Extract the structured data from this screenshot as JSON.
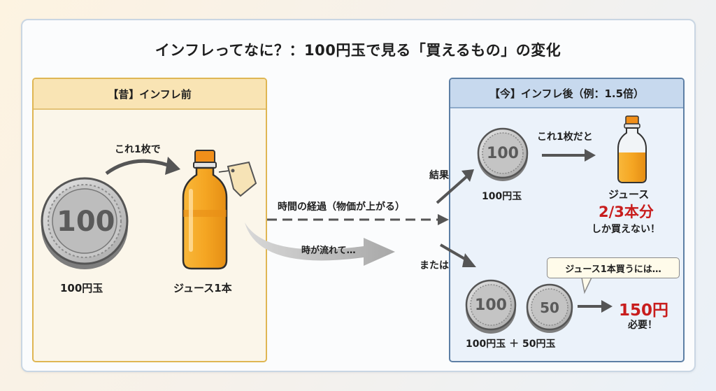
{
  "title": "インフレってなに？：100円玉で見る「買えるもの」の変化",
  "before": {
    "header": "【昔】インフレ前",
    "arrow_label": "これ1枚で",
    "coin_label": "100円玉",
    "coin_face": "100",
    "item_label": "ジュース1本"
  },
  "middle": {
    "time_label": "時間の経過（物価が上がる）",
    "flow_label": "時が流れて…"
  },
  "branch": {
    "result_label": "結果",
    "or_label": "または"
  },
  "after": {
    "header": "【今】インフレ後（例：1.5倍）",
    "coin_label": "100円玉",
    "coin_face": "100",
    "arrow_label": "これ1枚だと",
    "item_label": "ジュース",
    "amount": "2/3本分",
    "cannot_buy": "しか買えない！",
    "bubble": "ジュース1本買うには…",
    "coin2_face": "50",
    "coins_label": "100円玉 ＋ 50円玉",
    "price": "150円",
    "required": "必要！"
  },
  "colors": {
    "before_border": "#dfb653",
    "after_border": "#5d7fa5",
    "accent_red": "#c81d1d",
    "juice": "#f5a623",
    "cap": "#f18f1a"
  },
  "icons": [
    "coin-100-icon",
    "juice-bottle-icon",
    "price-tag-icon",
    "coin-50-icon",
    "arrow-icon"
  ]
}
